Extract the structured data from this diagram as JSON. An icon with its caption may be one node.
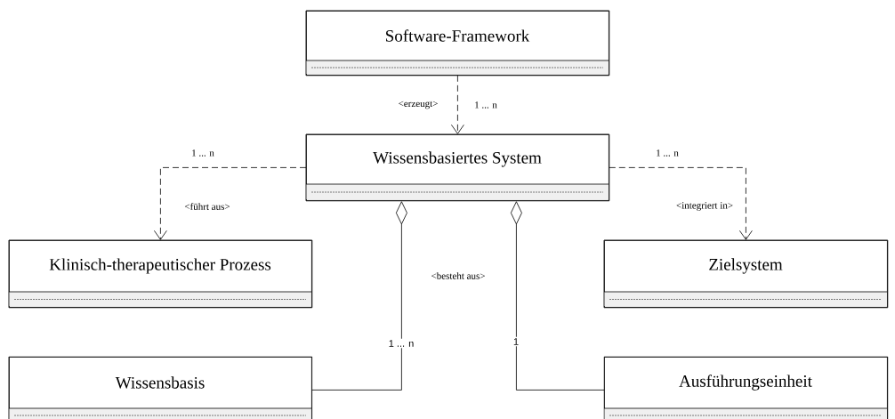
{
  "diagram": {
    "nodes": [
      {
        "text": [
          "Software-Framework"
        ]
      },
      {
        "text": [
          "Wissensbasiertes System"
        ]
      },
      {
        "text": [
          "Klinisch-therapeutischer Prozess"
        ]
      },
      {
        "text": [
          "Zielsystem"
        ]
      },
      {
        "text": [
          "Wissensbasis"
        ]
      },
      {
        "text": [
          "Ausführungseinheit"
        ]
      }
    ],
    "edges": [
      {
        "from": 0,
        "to": 1,
        "arrow": "to",
        "style": "dashed",
        "label": "<erzeugt>"
      },
      {
        "from": 1,
        "to": 2,
        "arrow": "to",
        "style": "dashed",
        "label": "<führt aus>"
      },
      {
        "from": 1,
        "to": 3,
        "arrow": "to",
        "style": "dashed",
        "label": "<integriert in>"
      },
      {
        "from": 4,
        "to": 1,
        "arrow": "other"
      },
      {
        "from": 5,
        "to": 1,
        "arrow": "other"
      }
    ],
    "labels": [
      "1 ... n",
      "1 ... n",
      "1 ... n",
      "<besteht aus>",
      "1 ... n",
      "1"
    ]
  }
}
